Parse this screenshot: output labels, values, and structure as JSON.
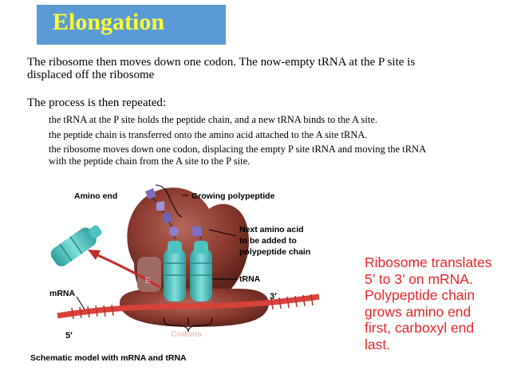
{
  "title": "Elongation",
  "paragraph1": {
    "line1": "The ribosome then moves down one codon.  The now-empty tRNA at the P site is",
    "line2": "displaced off the ribosome"
  },
  "paragraph2": "The process is then repeated:",
  "bullets": [
    {
      "line1": "the tRNA at the P site holds the peptide chain, and a new tRNA binds to the A site.",
      "line2": ""
    },
    {
      "line1": "the peptide chain is transferred onto the amino acid attached to the A site tRNA.",
      "line2": ""
    },
    {
      "line1": "the ribosome moves down one codon, displacing the empty P site tRNA and moving the tRNA",
      "line2": "with the peptide chain from the A site to the P site."
    }
  ],
  "diagram_labels": {
    "amino_end": "Amino end",
    "growing_polypeptide": "Growing polypeptide",
    "next_amino_acid": {
      "line1": "Next amino acid",
      "line2": "to be added to",
      "line3": "polypeptide chain"
    },
    "trna": "tRNA",
    "mrna": "mRNA",
    "three_prime": "3′",
    "five_prime": "5′",
    "site_e": "E",
    "codons": "Codons",
    "caption": "Schematic model with mRNA and tRNA"
  },
  "note": {
    "line1": "Ribosome translates",
    "line2": "5’ to 3’ on mRNA.",
    "line3": "Polypeptide chain",
    "line4": "grows amino end",
    "line5": "first, carboxyl end",
    "line6": "last."
  },
  "colors": {
    "title_bg": "#5b9bd5",
    "title_text": "#ffff33",
    "note_text": "#e8262d",
    "ribosome": "#8b3a2e",
    "trna": "#4cc3c0",
    "mrna": "#d9423a"
  }
}
